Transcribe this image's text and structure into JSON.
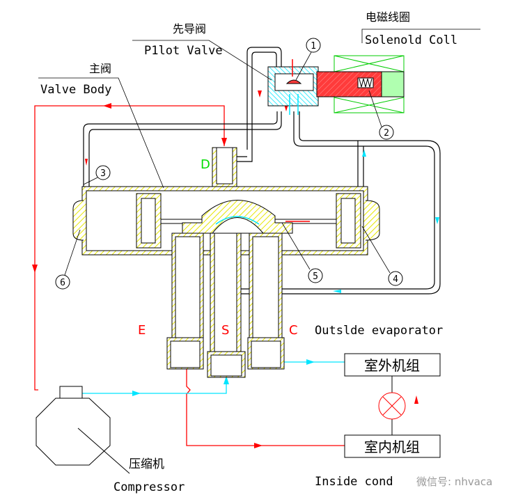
{
  "labels": {
    "pilot_valve_cn": "先导阀",
    "pilot_valve_en": "P1lot Valve",
    "solenoid_cn": "电磁线圈",
    "solenoid_en": "Solenold Coll",
    "valve_body_cn": "主阀",
    "valve_body_en": "Valve Body",
    "port_d": "D",
    "port_e": "E",
    "port_s": "S",
    "port_c": "C",
    "outside_evaporator": "Outslde evaporator",
    "outdoor_unit": "室外机组",
    "indoor_unit": "室内机组",
    "compressor_cn": "压缩机",
    "compressor_en": "Compressor",
    "inside_condenser": "Inside cond",
    "watermark": "微信号: nhvaca"
  },
  "callouts": [
    "1",
    "2",
    "3",
    "4",
    "5",
    "6"
  ],
  "colors": {
    "high_pressure": "#ff0000",
    "low_pressure": "#00e5ff",
    "hatch": "#ffff00",
    "coil": "#00ff00",
    "port_d": "#00dd00",
    "outline": "#000000"
  }
}
